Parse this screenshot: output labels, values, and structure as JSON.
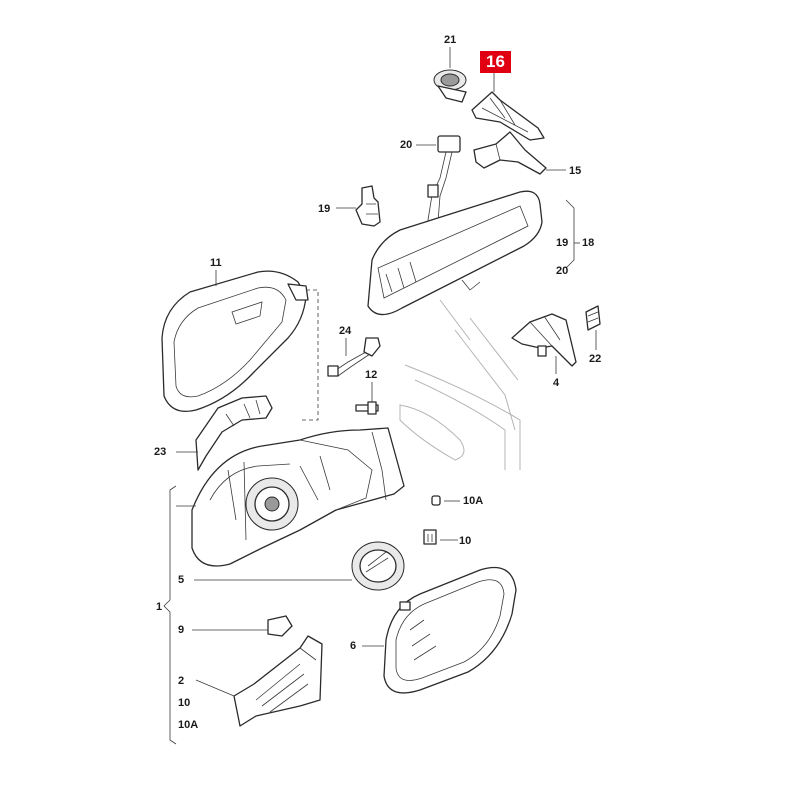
{
  "diagram": {
    "highlight_color": "#e10012",
    "highlighted_label": "16",
    "labels": {
      "l1": "1",
      "l2": "2",
      "l4": "4",
      "l5": "5",
      "l6": "6",
      "l9": "9",
      "l10": "10",
      "l10b": "10",
      "l10A": "10A",
      "l10Ab": "10A",
      "l11": "11",
      "l12": "12",
      "l15": "15",
      "l16": "16",
      "l18": "18",
      "l19": "19",
      "l19b": "19",
      "l20": "20",
      "l20b": "20",
      "l21": "21",
      "l22": "22",
      "l23": "23",
      "l24": "24"
    }
  }
}
